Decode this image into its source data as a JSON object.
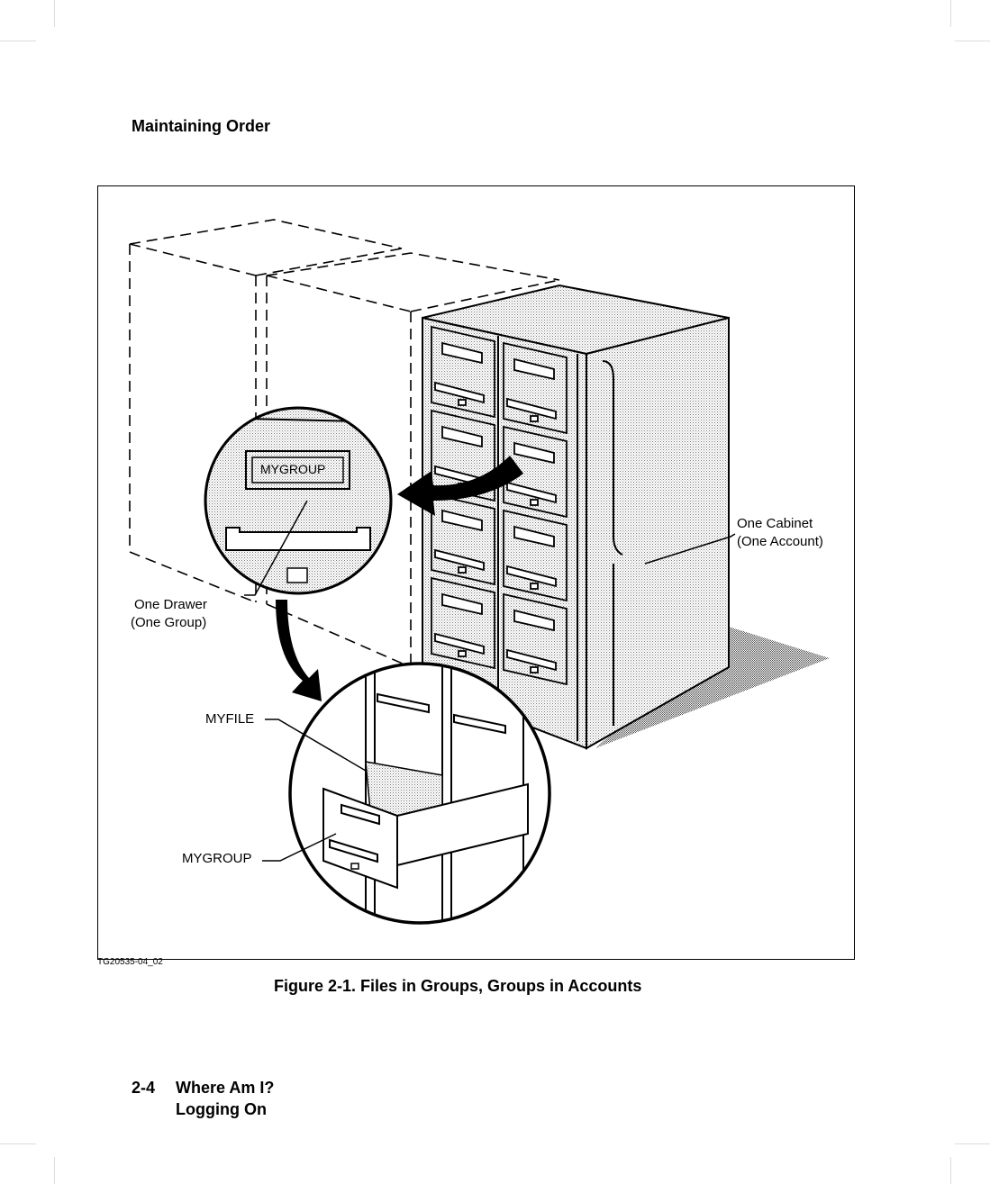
{
  "page": {
    "running_header": "Maintaining Order",
    "footer": {
      "page_number": "2-4",
      "chapter": "Where Am I?",
      "section": "Logging On"
    }
  },
  "figure": {
    "id_code": "TG20535-04_02",
    "caption": "Figure 2-1. Files in Groups, Groups in Accounts",
    "labels": {
      "cabinet_line1": "One Cabinet",
      "cabinet_line2": "(One Account)",
      "drawer_line1": "One Drawer",
      "drawer_line2": "(One Group)",
      "drawer_label_text": "MYGROUP",
      "file_callout": "MYFILE",
      "group_callout": "MYGROUP"
    }
  }
}
